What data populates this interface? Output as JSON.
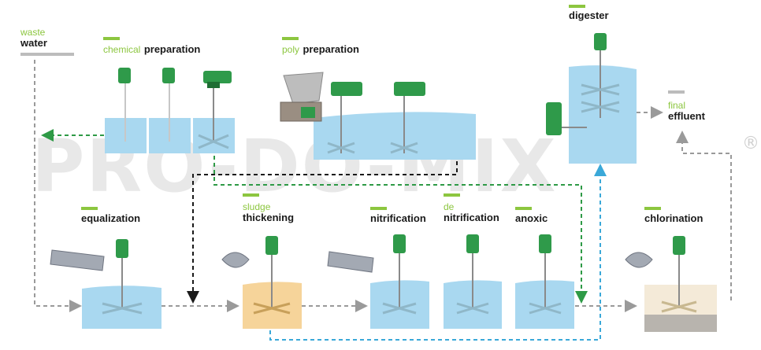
{
  "watermark": {
    "brand": "PRO-DO-MIX",
    "registered": "®"
  },
  "labels": {
    "waste_water": {
      "line1": "waste",
      "line2": "water"
    },
    "chemical_preparation": {
      "line1": "chemical",
      "line2": "preparation"
    },
    "poly_preparation": {
      "line1": "poly",
      "line2": "preparation"
    },
    "digester": {
      "line2": "digester"
    },
    "final_effluent": {
      "line1": "final",
      "line2": "effluent"
    },
    "equalization": {
      "line2": "equalization"
    },
    "sludge_thickening": {
      "line1": "sludge",
      "line2": "thickening"
    },
    "nitrification": {
      "line2": "nitrification"
    },
    "de_nitrification": {
      "line1": "de",
      "line2": "nitrification"
    },
    "anoxic": {
      "line2": "anoxic"
    },
    "chlorination": {
      "line2": "chlorination"
    }
  },
  "colors": {
    "accent_green": "#8cc63f",
    "water_blue": "#a9d8f0",
    "sludge_tan": "#f6d49a",
    "motor_green": "#2f9a4a",
    "flow_gray": "#9a9a9a",
    "flow_green": "#2e9a46",
    "flow_black": "#1a1a1a",
    "flow_blue": "#3aa8d8"
  }
}
